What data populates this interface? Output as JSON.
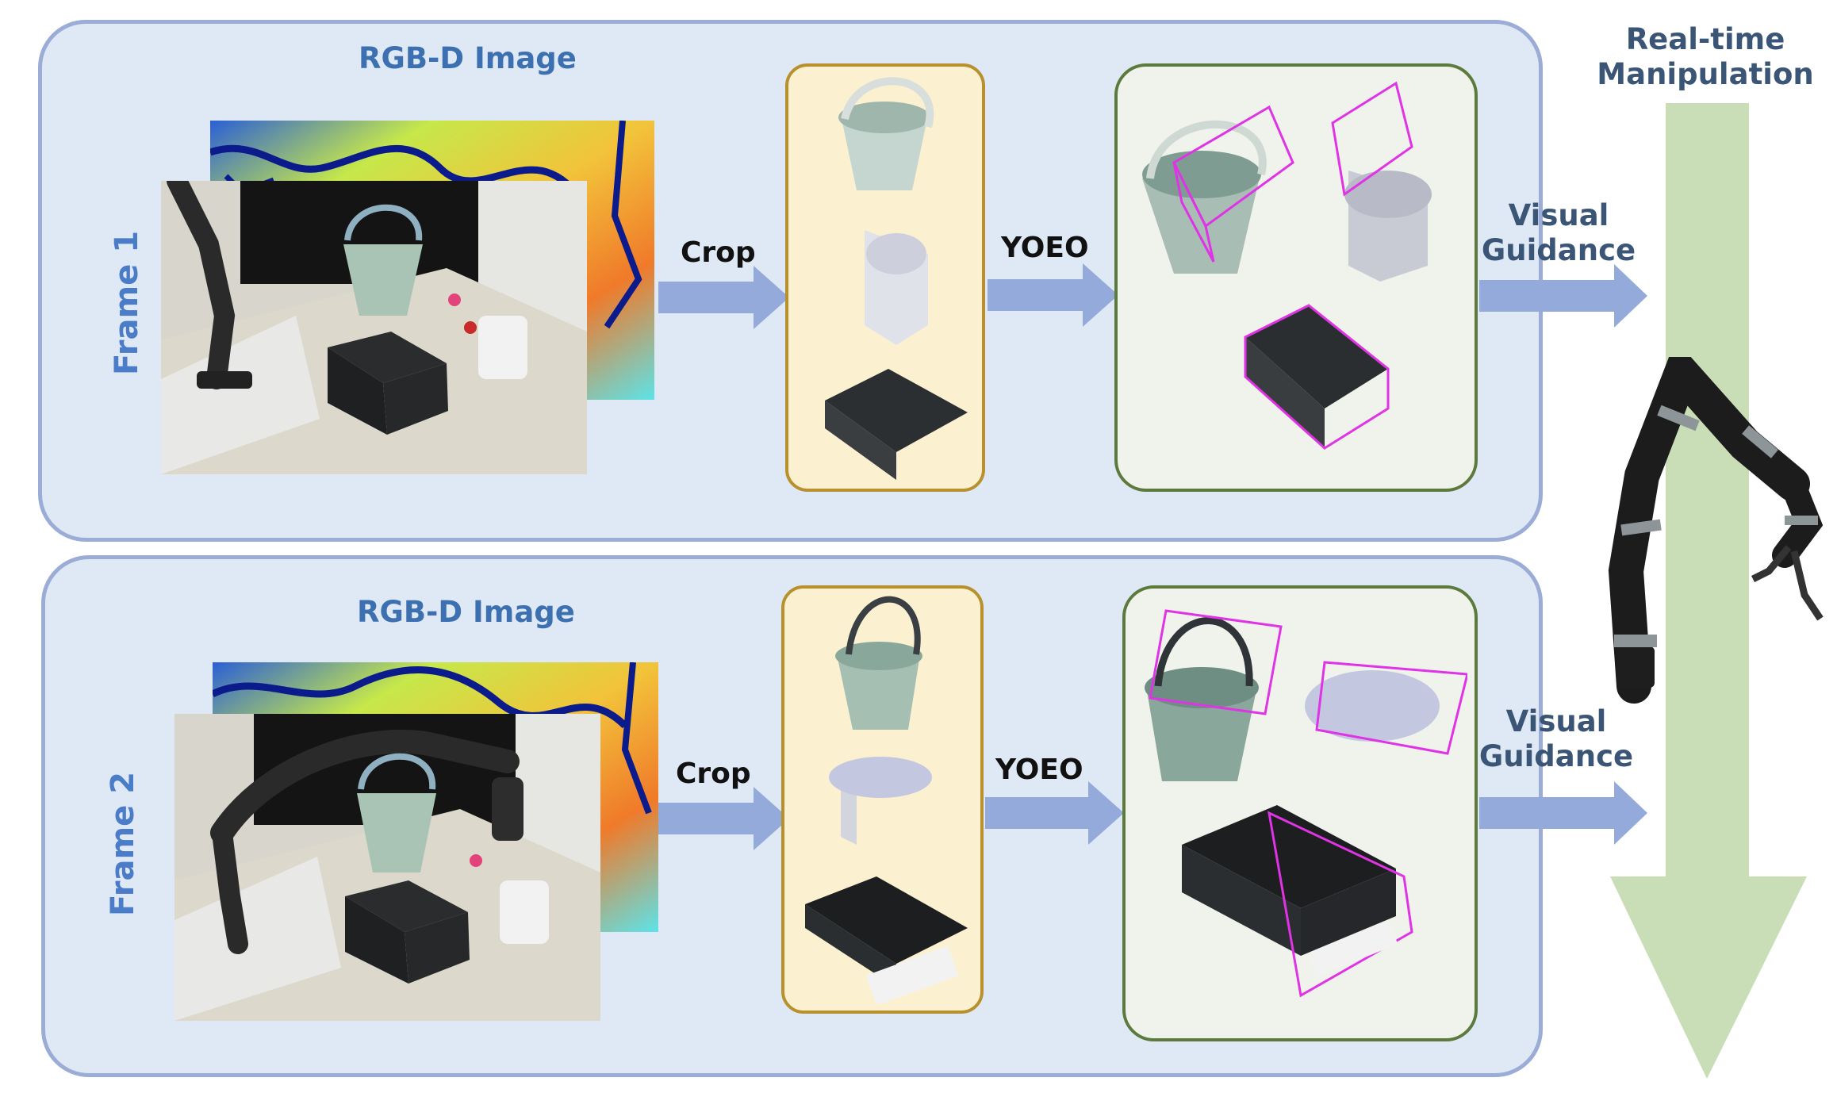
{
  "frames": [
    {
      "label": "Frame 1",
      "rgbd_title": "RGB-D Image",
      "crop_label": "Crop",
      "yoeo_label": "YOEO",
      "guidance": [
        "Visual",
        "Guidance"
      ]
    },
    {
      "label": "Frame 2",
      "rgbd_title": "RGB-D Image",
      "crop_label": "Crop",
      "yoeo_label": "YOEO",
      "guidance": [
        "Visual",
        "Guidance"
      ]
    }
  ],
  "realtime": [
    "Real-time",
    "Manipulation"
  ],
  "colors": {
    "panel_fill": "#dfe9f5",
    "panel_border": "#9badd6",
    "arrow": "#94aadb",
    "crop_fill": "#fbf1d1",
    "crop_border": "#b8902e",
    "yoeo_fill": "#f0f2ec",
    "yoeo_border": "#5b7a3c",
    "big_arrow": "#c9ddb6",
    "bbox": "#e033e6"
  }
}
